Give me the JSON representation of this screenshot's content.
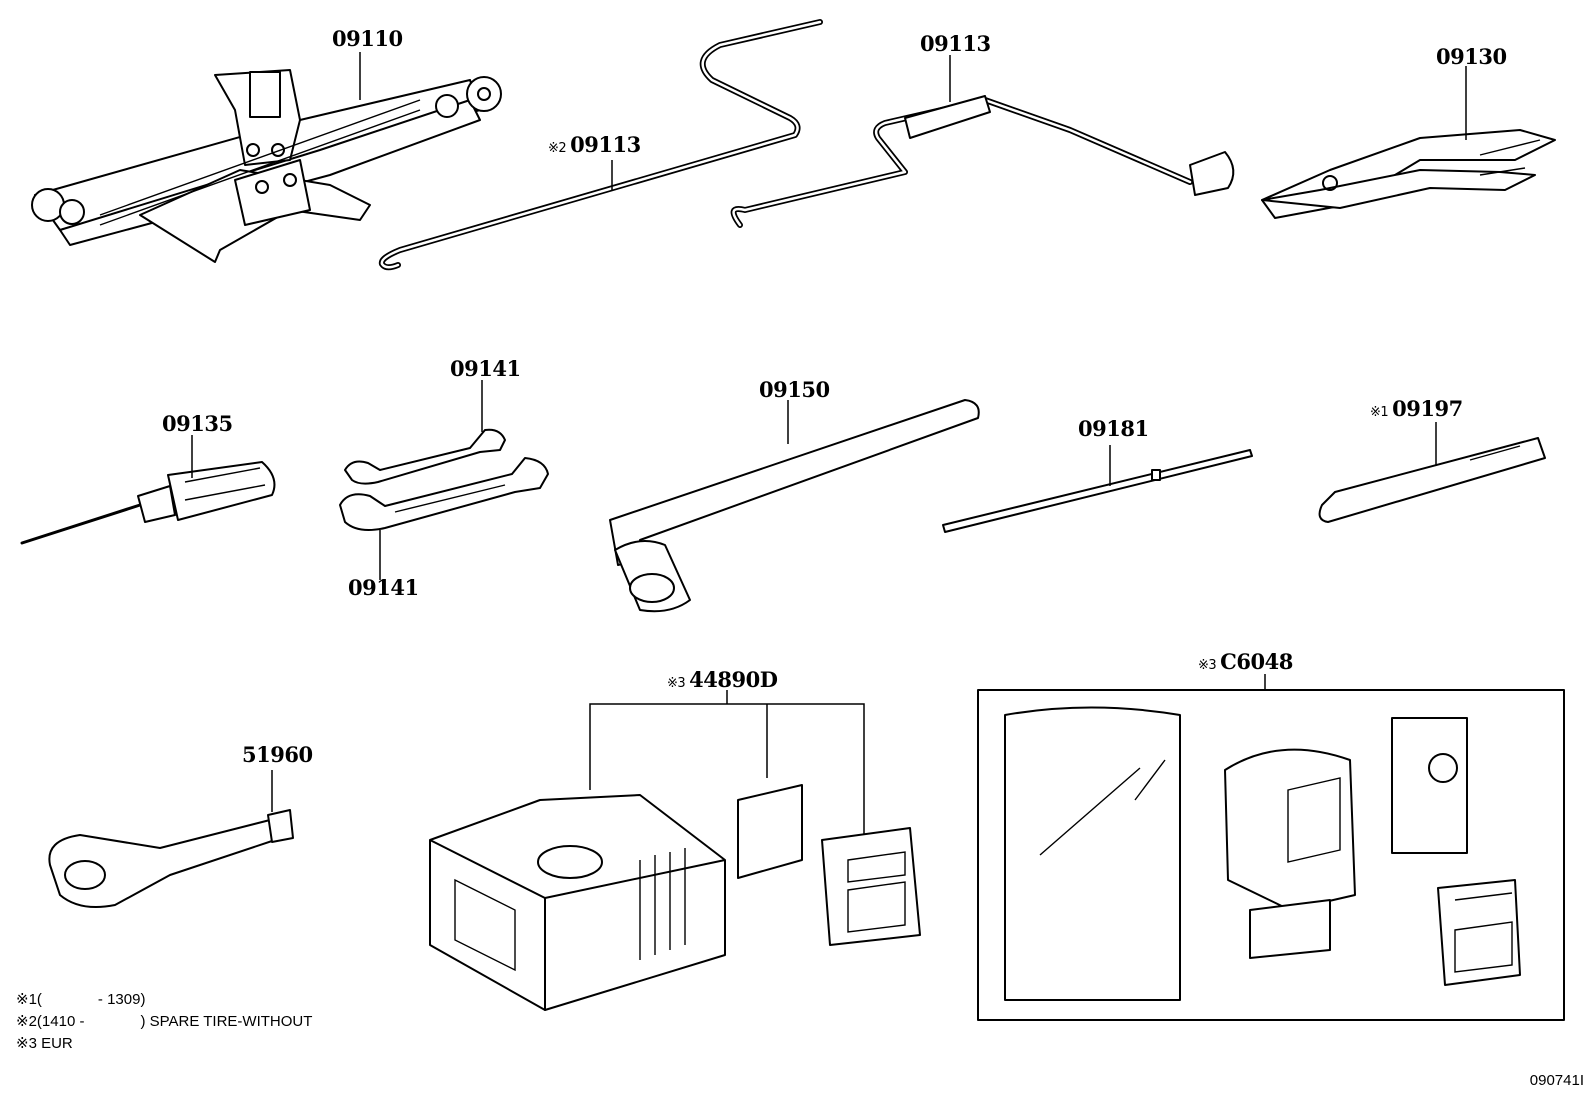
{
  "parts": [
    {
      "id": "jack",
      "number": "09110",
      "marker": ""
    },
    {
      "id": "jack-handle-rod",
      "number": "09113",
      "marker": "※2"
    },
    {
      "id": "jack-handle-crank",
      "number": "09113",
      "marker": ""
    },
    {
      "id": "pliers",
      "number": "09130",
      "marker": ""
    },
    {
      "id": "screwdriver",
      "number": "09135",
      "marker": ""
    },
    {
      "id": "wrench-upper",
      "number": "09141",
      "marker": ""
    },
    {
      "id": "wrench-lower",
      "number": "09141",
      "marker": ""
    },
    {
      "id": "wheel-nut-wrench",
      "number": "09150",
      "marker": ""
    },
    {
      "id": "extension-bar",
      "number": "09181",
      "marker": ""
    },
    {
      "id": "tool-pen",
      "number": "09197",
      "marker": "※1"
    },
    {
      "id": "towing-eye",
      "number": "51960",
      "marker": ""
    },
    {
      "id": "compressor-kit",
      "number": "44890D",
      "marker": "※3"
    },
    {
      "id": "repair-kit",
      "number": "C6048",
      "marker": "※3"
    }
  ],
  "notes": [
    {
      "marker": "※1",
      "text_left": "(",
      "text_right": "- 1309)"
    },
    {
      "marker": "※2",
      "text_left": "(1410 -",
      "text_right": ") SPARE TIRE-WITHOUT"
    },
    {
      "marker": "※3",
      "text_left": "EUR",
      "text_right": ""
    }
  ],
  "figure_id": "090741I"
}
